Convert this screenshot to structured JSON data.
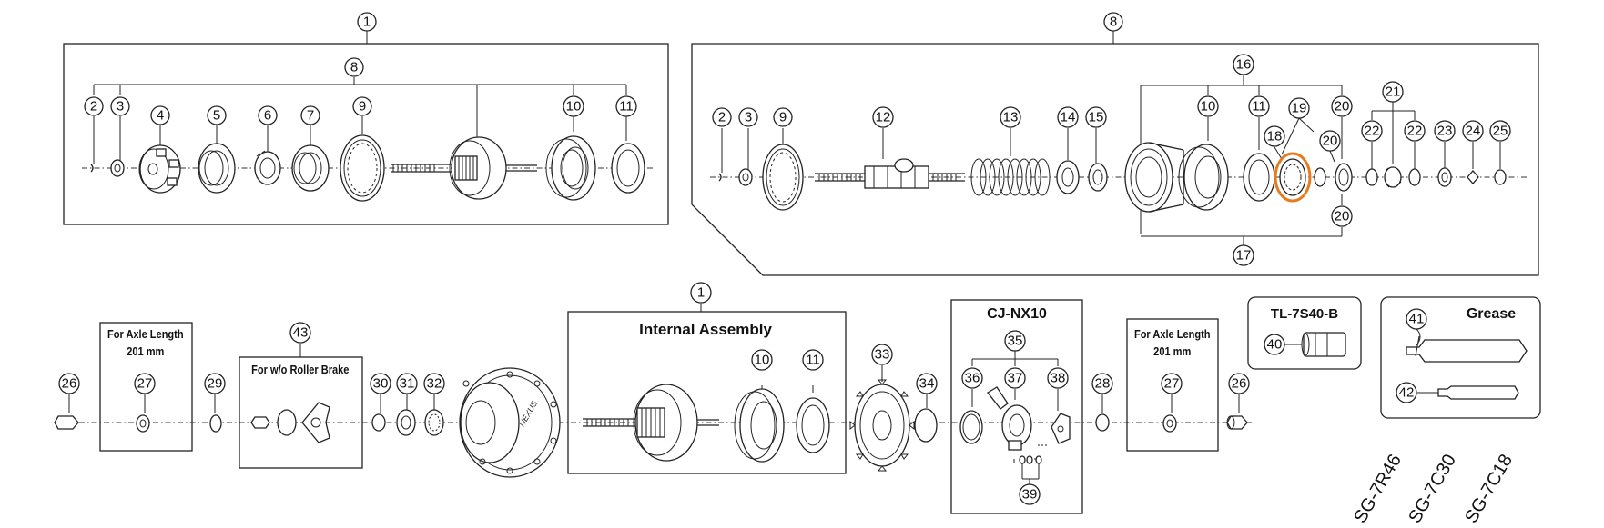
{
  "labels": {
    "internal_assembly": "Internal Assembly",
    "cj": "CJ-NX10",
    "axle_line1": "For Axle Length",
    "axle_line2": "201 mm",
    "roller": "For w/o Roller Brake",
    "tool": "TL-7S40-B",
    "grease": "Grease",
    "hub": "NEXUS"
  },
  "models": [
    "SG-7R46",
    "SG-7C30",
    "SG-7C18"
  ],
  "callouts": {
    "c1_top": "1",
    "c8_in": "8",
    "c2a": "2",
    "c3a": "3",
    "c4": "4",
    "c5": "5",
    "c6": "6",
    "c7": "7",
    "c9a": "9",
    "c10a": "10",
    "c11a": "11",
    "c8_top": "8",
    "c16": "16",
    "c2b": "2",
    "c3b": "3",
    "c9b": "9",
    "c12": "12",
    "c13": "13",
    "c14": "14",
    "c15": "15",
    "c10b": "10",
    "c11b": "11",
    "c18": "18",
    "c19": "19",
    "c20a": "20",
    "c20b": "20",
    "c20c": "20",
    "c21": "21",
    "c22a": "22",
    "c22b": "22",
    "c23": "23",
    "c24": "24",
    "c25": "25",
    "c17": "17",
    "c26a": "26",
    "c27a": "27",
    "c29": "29",
    "c43": "43",
    "c30": "30",
    "c31": "31",
    "c32": "32",
    "c1_mid": "1",
    "c10c": "10",
    "c11c": "11",
    "c33": "33",
    "c34": "34",
    "c35": "35",
    "c36": "36",
    "c37": "37",
    "c38": "38",
    "c39": "39",
    "c28": "28",
    "c27b": "27",
    "c26b": "26",
    "c40": "40",
    "c41": "41",
    "c42": "42"
  }
}
